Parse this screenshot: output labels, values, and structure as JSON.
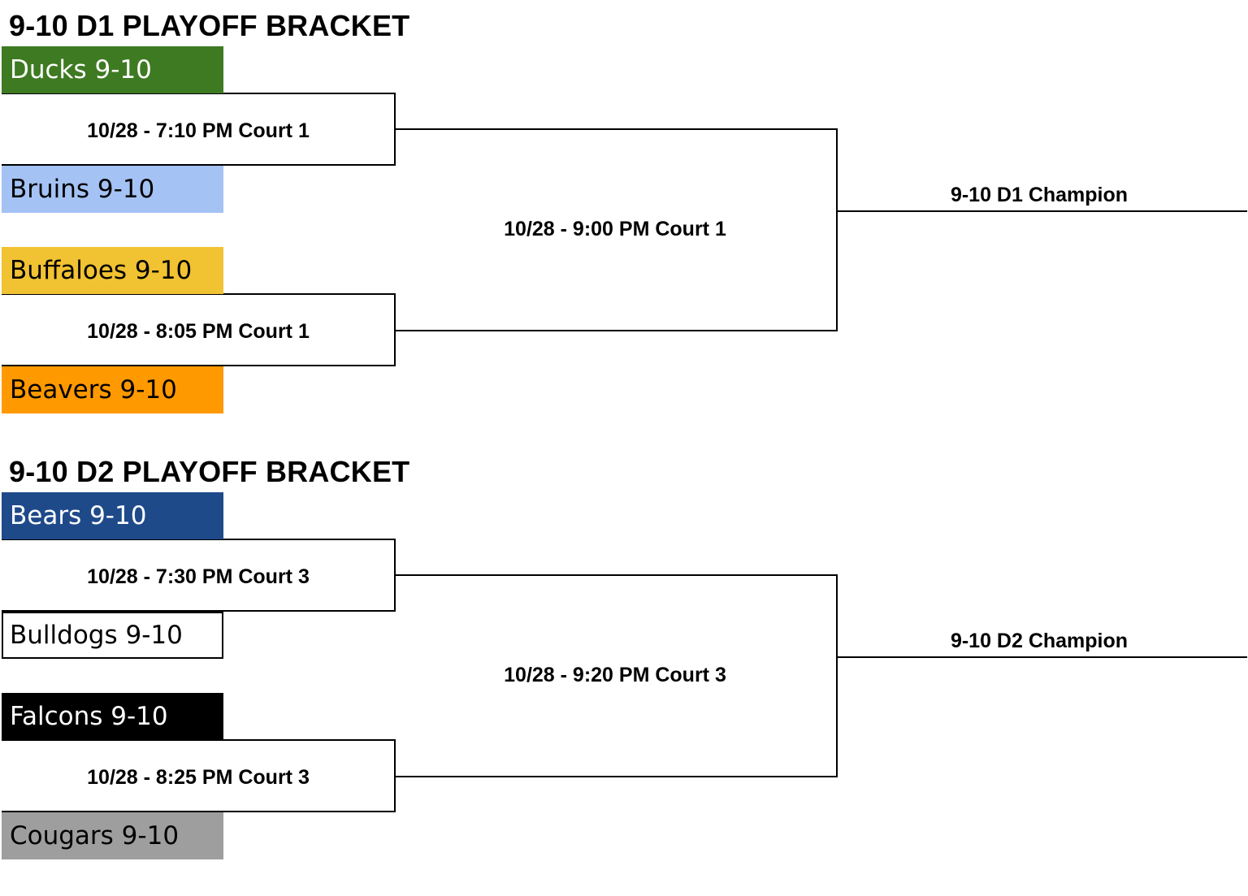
{
  "brackets": [
    {
      "title": "9-10 D1 PLAYOFF BRACKET",
      "teams": [
        {
          "name": "Ducks 9-10",
          "bg": "#3e7a22",
          "fg": "#ffffff",
          "border": "none"
        },
        {
          "name": "Bruins 9-10",
          "bg": "#a4c2f4",
          "fg": "#000000",
          "border": "none"
        },
        {
          "name": "Buffaloes 9-10",
          "bg": "#f1c232",
          "fg": "#000000",
          "border": "none"
        },
        {
          "name": "Beavers 9-10",
          "bg": "#ff9900",
          "fg": "#000000",
          "border": "none"
        }
      ],
      "semifinals": [
        "10/28 - 7:10 PM Court 1",
        "10/28 - 8:05 PM Court 1"
      ],
      "final": "10/28 - 9:00 PM Court 1",
      "champion": "9-10 D1 Champion"
    },
    {
      "title": "9-10 D2 PLAYOFF BRACKET",
      "teams": [
        {
          "name": "Bears 9-10",
          "bg": "#1f4a8a",
          "fg": "#ffffff",
          "border": "none"
        },
        {
          "name": "Bulldogs 9-10",
          "bg": "#ffffff",
          "fg": "#000000",
          "border": "2px solid #000000"
        },
        {
          "name": "Falcons 9-10",
          "bg": "#000000",
          "fg": "#ffffff",
          "border": "none"
        },
        {
          "name": "Cougars 9-10",
          "bg": "#9e9e9e",
          "fg": "#000000",
          "border": "none"
        }
      ],
      "semifinals": [
        "10/28 - 7:30 PM Court 3",
        "10/28 - 8:25 PM Court 3"
      ],
      "final": "10/28 - 9:20 PM Court 3",
      "champion": "9-10 D2 Champion"
    }
  ]
}
